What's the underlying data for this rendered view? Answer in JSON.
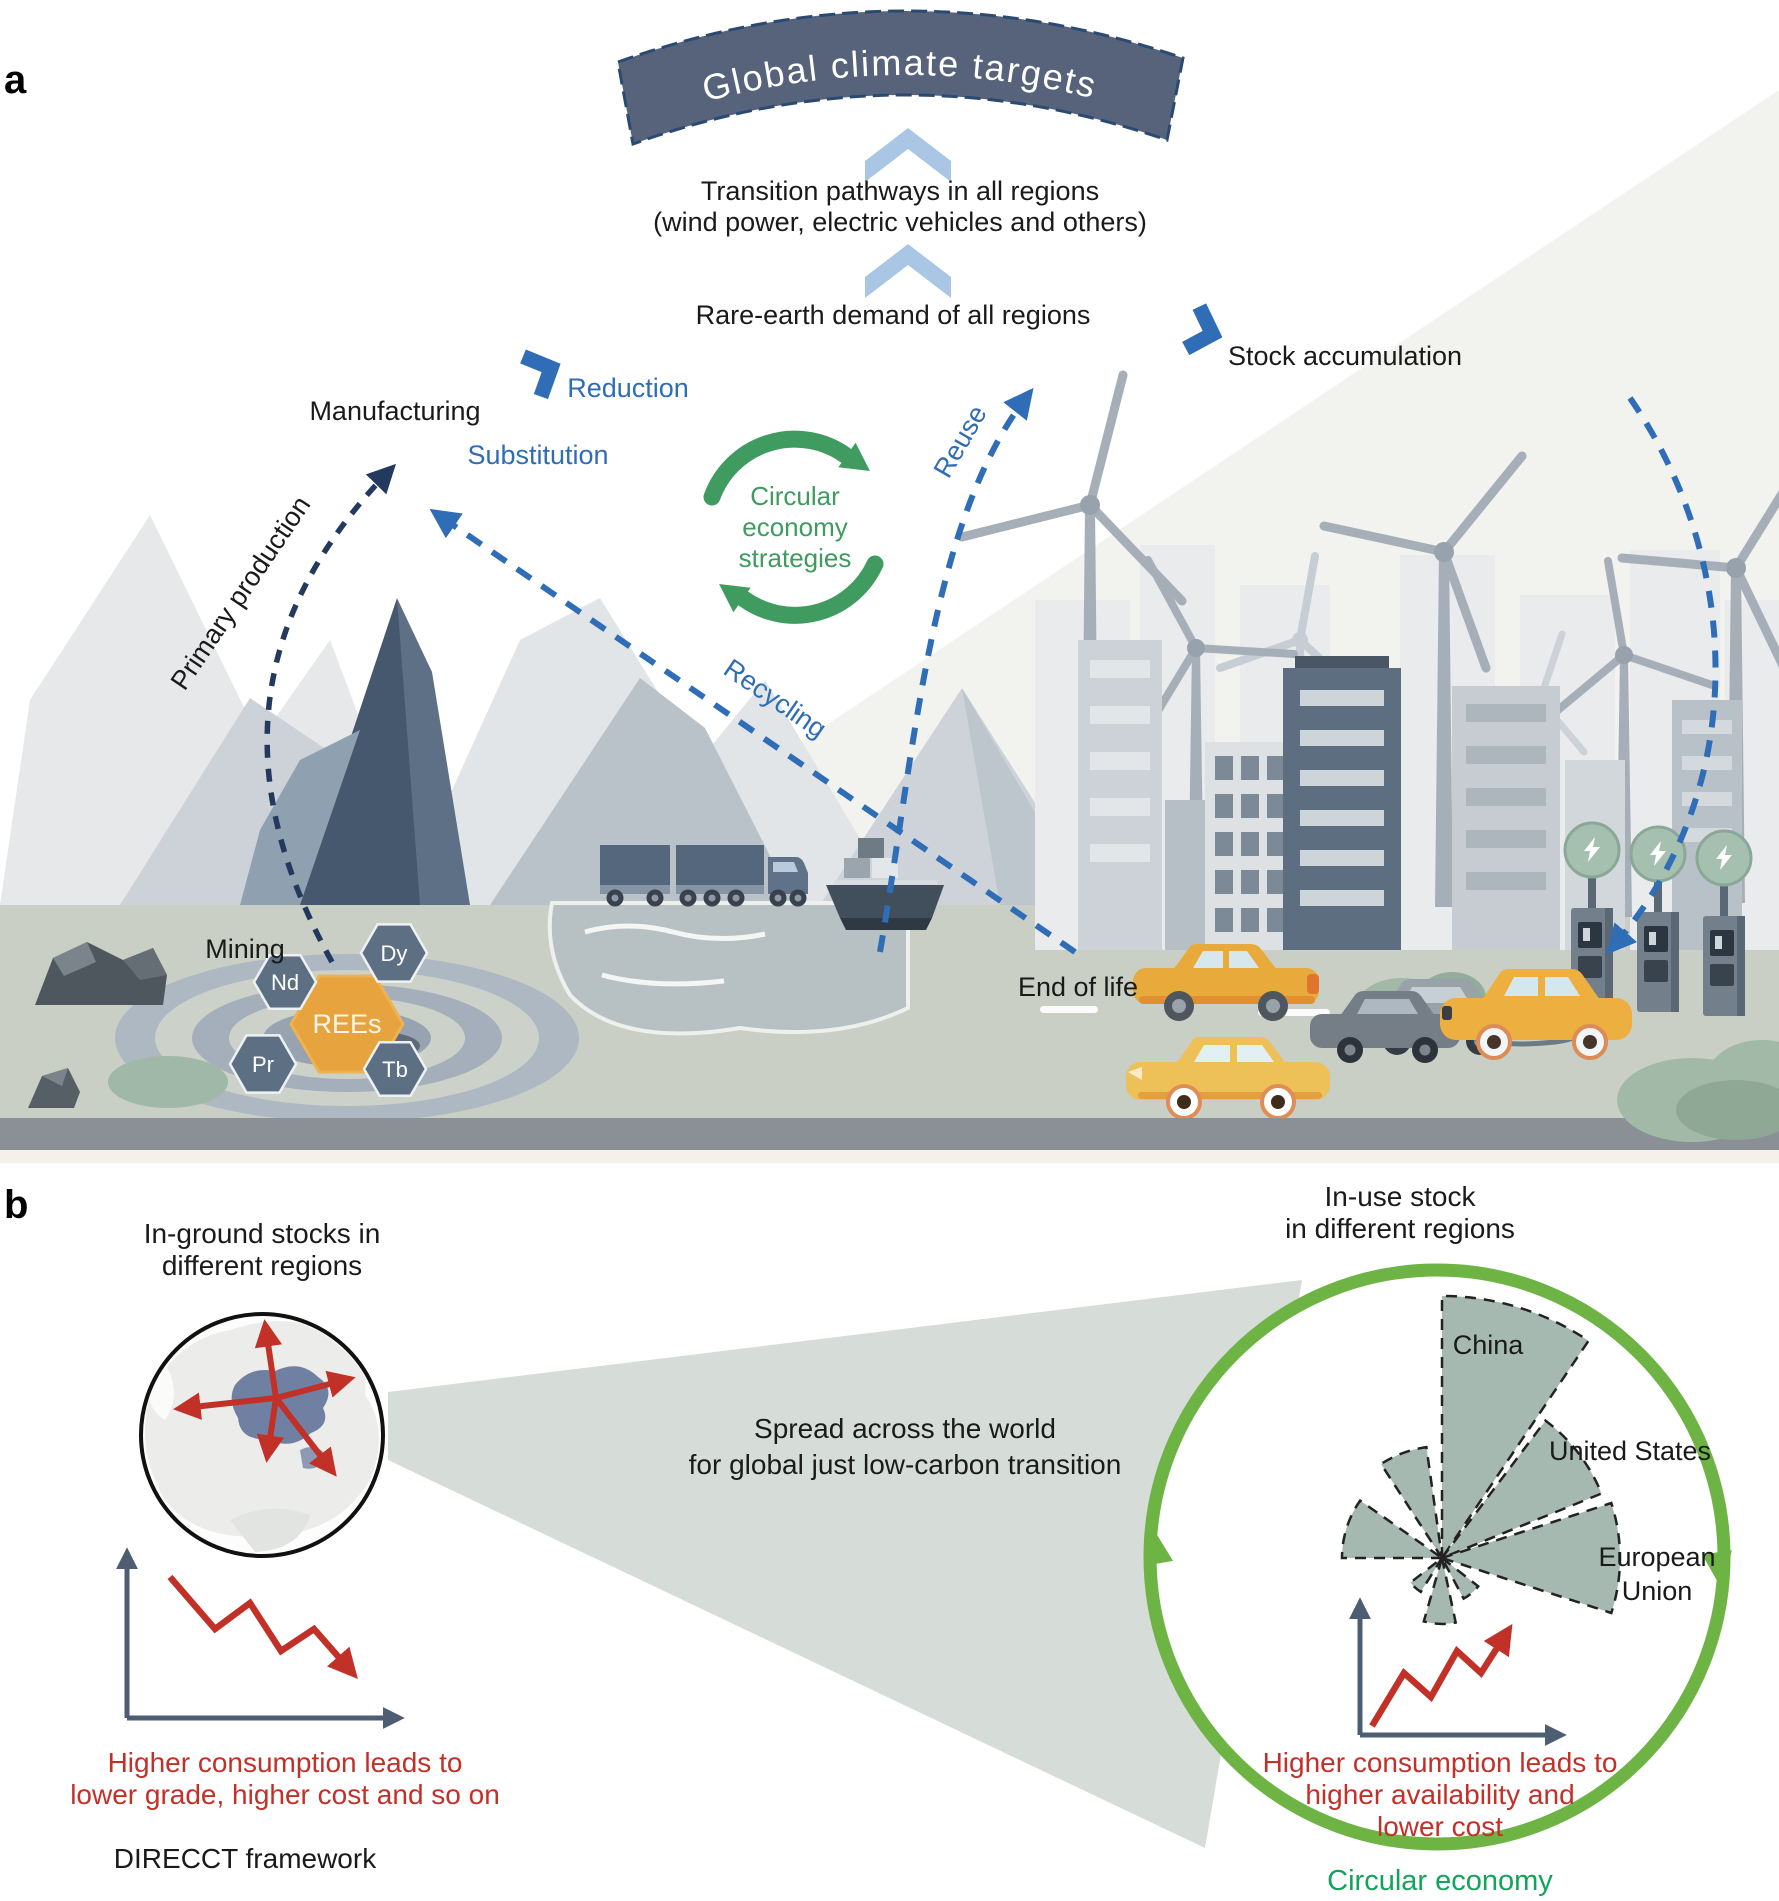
{
  "panel_a": {
    "label": "a",
    "banner": "Global climate targets",
    "transition_line1": "Transition pathways in all regions",
    "transition_line2": "(wind power, electric vehicles and others)",
    "demand": "Rare-earth demand of all regions",
    "manufacturing": "Manufacturing",
    "stock_accumulation": "Stock accumulation",
    "strategies": {
      "reduction": "Reduction",
      "substitution": "Substitution",
      "reuse": "Reuse",
      "recycling": "Recycling"
    },
    "circular": {
      "line1": "Circular",
      "line2": "economy",
      "line3": "strategies"
    },
    "primary_production": "Primary production",
    "mining": "Mining",
    "end_of_life": "End of life",
    "elements": {
      "rees": "REEs",
      "nd": "Nd",
      "dy": "Dy",
      "pr": "Pr",
      "tb": "Tb"
    }
  },
  "panel_b": {
    "label": "b",
    "inground": {
      "line1": "In-ground stocks in",
      "line2": "different regions"
    },
    "inuse": {
      "line1": "In-use stock",
      "line2": "in different regions"
    },
    "spread": {
      "line1": "Spread across the world",
      "line2": "for global just low-carbon transition"
    },
    "regions": {
      "china": "China",
      "united_states": "United States",
      "eu_line1": "European",
      "eu_line2": "Union"
    },
    "left_chart": {
      "caption_line1": "Higher consumption leads to",
      "caption_line2": "lower grade, higher cost and so on",
      "framework": "DIRECCT framework"
    },
    "right_chart": {
      "caption_line1": "Higher consumption leads to",
      "caption_line2": "higher availability and",
      "caption_line3": "lower cost",
      "footer": "Circular economy"
    }
  },
  "colors": {
    "accent_blue": "#2f6db6",
    "navy": "#24395e",
    "light_blue_chevron": "#a9c7e5",
    "banner_slate": "#56637a",
    "green_dark": "#3f9b5f",
    "green_ring": "#6db445",
    "green_text": "#13a35b",
    "red": "#c23128",
    "rees_orange": "#e7a43e",
    "hex_grey": "#5d7083",
    "sector_fill": "#9fb4ab",
    "ground": "#c9cfc4",
    "road": "#8a9095"
  }
}
